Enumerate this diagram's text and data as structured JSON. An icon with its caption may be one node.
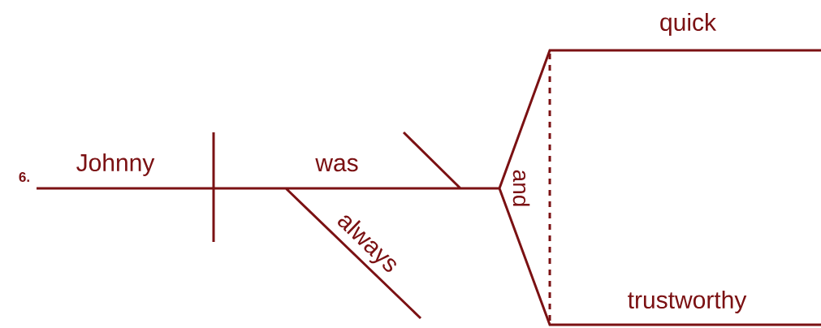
{
  "diagram": {
    "labels": [
      "6.",
      "Johnny",
      "was",
      "always",
      "and",
      "quick",
      "trustworthy"
    ]
  }
}
